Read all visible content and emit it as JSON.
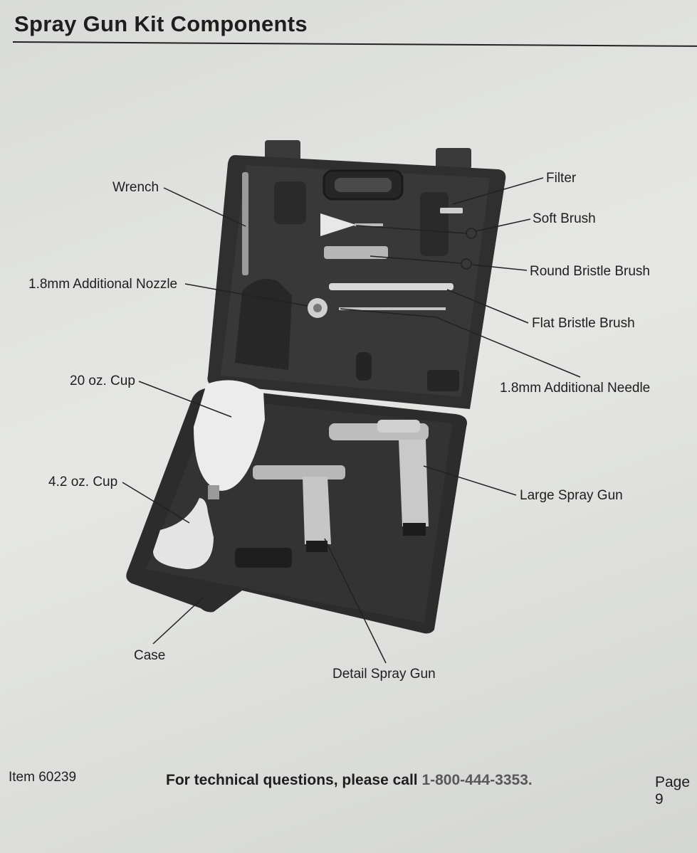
{
  "heading": {
    "title": "Spray Gun Kit Components"
  },
  "callouts": {
    "wrench": "Wrench",
    "nozzle": "1.8mm Additional Nozzle",
    "cup20": "20 oz. Cup",
    "cup42": "4.2 oz. Cup",
    "case": "Case",
    "detail_gun": "Detail Spray Gun",
    "filter": "Filter",
    "soft_brush": "Soft Brush",
    "round_brush": "Round Bristle Brush",
    "flat_brush": "Flat Bristle Brush",
    "needle": "1.8mm Additional Needle",
    "large_gun": "Large Spray Gun"
  },
  "footer": {
    "item": "Item 60239",
    "question": "For technical questions, please call ",
    "phone": "1-800-444-3353.",
    "page": "Page 9"
  }
}
